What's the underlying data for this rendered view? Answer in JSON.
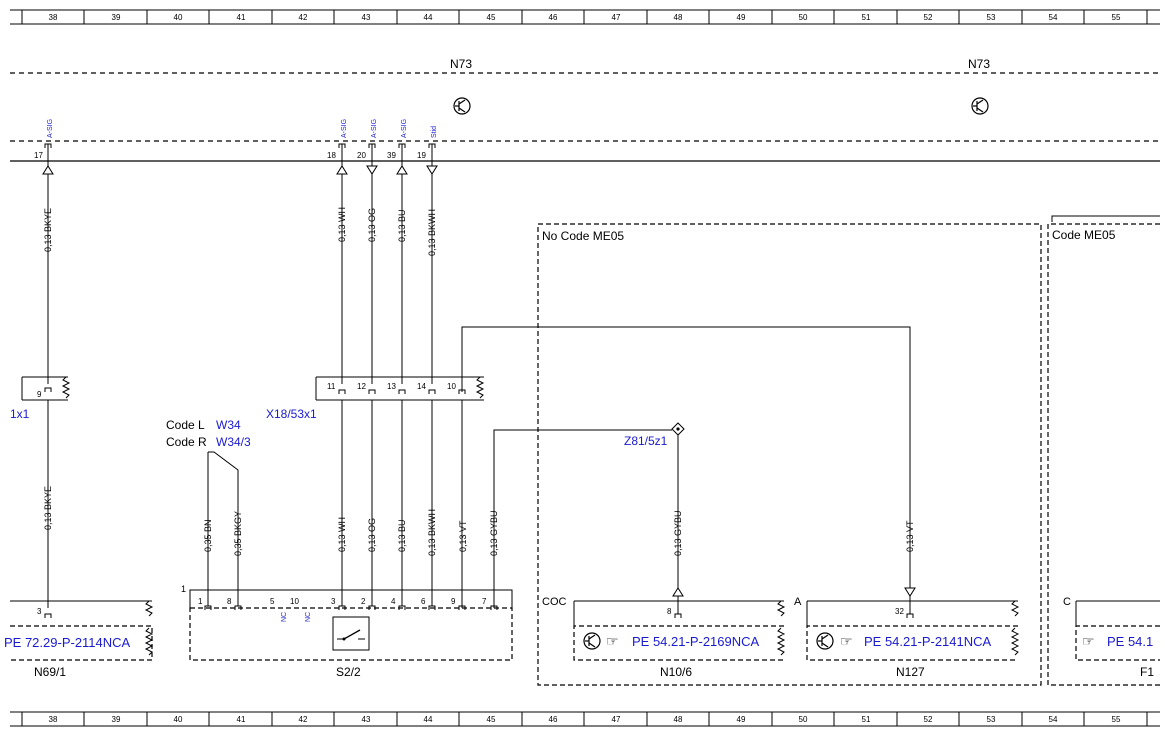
{
  "ruler": [
    "38",
    "39",
    "40",
    "41",
    "42",
    "43",
    "44",
    "45",
    "46",
    "47",
    "48",
    "49",
    "50",
    "51",
    "52",
    "53",
    "54",
    "55"
  ],
  "labels": {
    "n73_left": "N73",
    "n73_right": "N73",
    "no_code_box": "No Code ME05",
    "code_box": "Code ME05",
    "conn_x18_53x1": "X18/53x1",
    "conn_left_partial": "1x1",
    "code_l": "Code L",
    "code_l_ref": "W34",
    "code_r": "Code R",
    "code_r_ref": "W34/3",
    "z81": "Z81/5z1",
    "coc": "COC",
    "a": "A",
    "c": "C",
    "n69_1": "N69/1",
    "s2_2": "S2/2",
    "n10_6": "N10/6",
    "n127": "N127",
    "f_partial": "F1",
    "one": "1",
    "ref_left": "PE 72.29-P-2114NCA",
    "ref_n10": "PE 54.21-P-2169NCA",
    "ref_n127": "PE 54.21-P-2141NCA",
    "ref_right": "PE 54.1"
  },
  "signals": [
    {
      "pin": "17",
      "name": "A-SIG"
    },
    {
      "pin": "18",
      "name": "A-SIG"
    },
    {
      "pin": "20",
      "name": "A-SIG"
    },
    {
      "pin": "39",
      "name": "A-SIG"
    },
    {
      "pin": "19",
      "name": "Stid"
    }
  ],
  "upper_wires": [
    "0,13 BKYE",
    "0,13 WH",
    "0,13 OG",
    "0,13 BU",
    "0,13 BKWH"
  ],
  "lower_wires": [
    "0,13 BKYE",
    "0,35 BN",
    "0,35 BKGY",
    "0,13 WH",
    "0,13 OG",
    "0,13 BU",
    "0,13 BKWH",
    "0,13 VT",
    "0,13 GYBU",
    "0,13 GYBU",
    "0,13 VT"
  ],
  "x18_pins": [
    "11",
    "12",
    "13",
    "14",
    "10"
  ],
  "left_conn_pin": "9",
  "s22_pins": [
    "1",
    "8",
    "5",
    "10",
    "3",
    "2",
    "4",
    "6",
    "9",
    "7"
  ],
  "s22_nc": [
    "NC",
    "NC"
  ],
  "n69_pin": "3",
  "n10_pin": "8",
  "n127_pin": "32"
}
